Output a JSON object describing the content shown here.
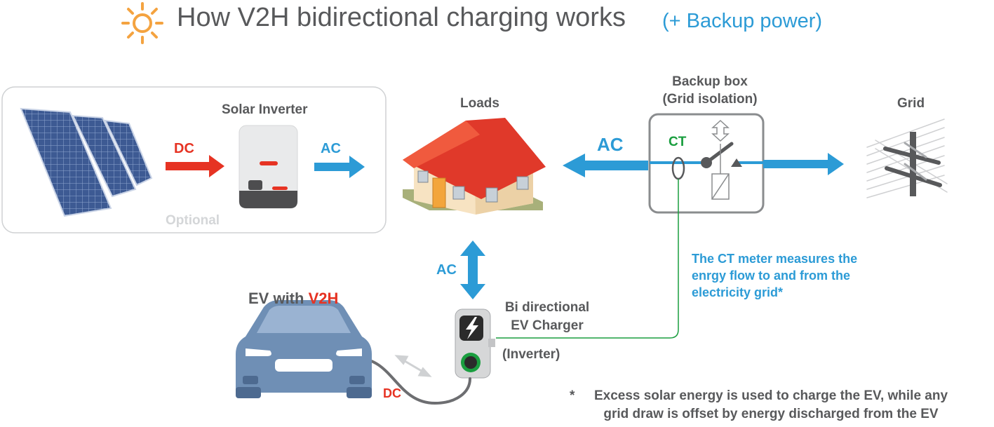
{
  "title": "How V2H bidirectional charging works",
  "subtitle": "(+ Backup power)",
  "labels": {
    "solar_inverter": "Solar Inverter",
    "dc_solar": "DC",
    "ac_solar": "AC",
    "optional": "Optional",
    "loads": "Loads",
    "backup_box": "Backup box",
    "grid_isolation": "(Grid isolation)",
    "ct": "CT",
    "ac_main": "AC",
    "grid": "Grid",
    "ac_vertical": "AC",
    "ev_with": "EV with",
    "v2h": "V2H",
    "charger_line1": "Bi directional",
    "charger_line2": "EV Charger",
    "inverter": "(Inverter)",
    "dc_ev": "DC"
  },
  "ct_note": "The CT meter measures the enrgy flow to and from the electricity grid*",
  "footnote": {
    "star": "*",
    "text": "Excess solar energy is used to charge the EV, while any grid draw is offset by energy discharged from the EV"
  },
  "colors": {
    "blue": "#2c9bd6",
    "red": "#e63323",
    "grey_text": "#58595b",
    "green": "#1a9e3f",
    "sun": "#f4a340"
  }
}
